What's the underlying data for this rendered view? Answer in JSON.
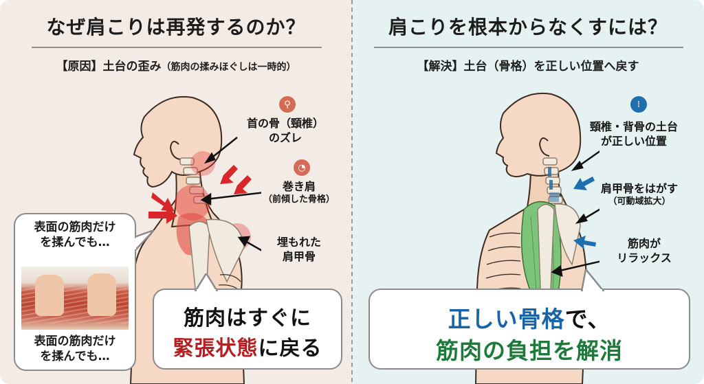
{
  "left_panel": {
    "title": "なぜ肩こりは再発するのか？",
    "subtitle_main": "【原因】土台の歪み",
    "subtitle_note": "（筋肉の揉みほぐしは一時的）",
    "background": "#f3ebe5",
    "labels": [
      {
        "icon": "person-posture-icon",
        "line1": "首の骨（頸椎）",
        "line2": "のズレ"
      },
      {
        "icon": "rounded-shoulder-icon",
        "line1": "巻き肩",
        "sub": "（前傾した骨格）"
      },
      {
        "line1": "埋もれた",
        "line2": "肩甲骨"
      }
    ],
    "massage_bubble": {
      "top_text_1": "表面の筋肉だけ",
      "top_text_2": "を揉んでも…",
      "bottom_text_1": "表面の筋肉だけ",
      "bottom_text_2": "を揉んでも…"
    },
    "main_bubble": {
      "line1": "筋肉はすぐに",
      "line2_highlight": "緊張状態",
      "line2_rest": "に戻る",
      "highlight_color": "#b51f22"
    },
    "accent_color": "#d8262a"
  },
  "right_panel": {
    "title": "肩こりを根本からなくすには？",
    "subtitle": "【解決】土台（骨格）を正しい位置へ戻す",
    "background": "#e6f1f1",
    "labels": [
      {
        "icon": "spine-icon",
        "line1": "頸椎・背骨の土台",
        "line2": "が正しい位置"
      },
      {
        "line1": "肩甲骨をはがす",
        "sub": "（可動域拡大）"
      },
      {
        "line1": "筋肉が",
        "line2": "リラックス"
      }
    ],
    "main_bubble": {
      "line1_blue": "正しい骨格",
      "line1_black": "で、",
      "line2_green": "筋肉の負担を解消",
      "blue_color": "#1964a8",
      "green_color": "#1d7a3a"
    },
    "accent_color": "#1f6fae"
  }
}
